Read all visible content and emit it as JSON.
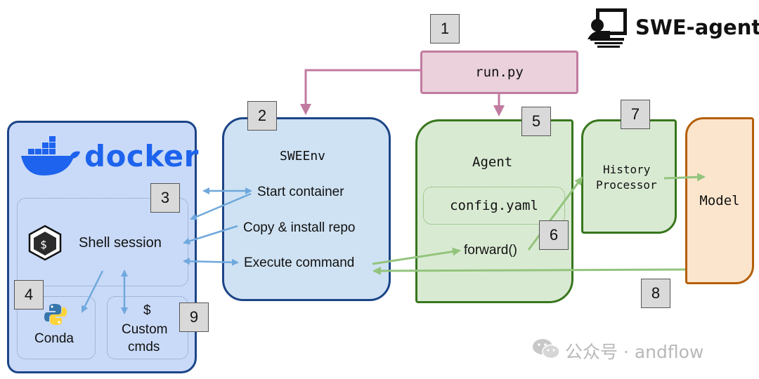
{
  "brand": {
    "title": "SWE-agent",
    "logo_icon": "hacker-at-laptop-icon"
  },
  "step_numbers": [
    "1",
    "2",
    "3",
    "4",
    "5",
    "6",
    "7",
    "8",
    "9"
  ],
  "run": {
    "label": "run.py"
  },
  "docker": {
    "logo_text": "docker",
    "logo_icon": "docker-whale-icon"
  },
  "shell": {
    "label": "Shell session",
    "icon": "bash-terminal-icon"
  },
  "conda": {
    "label": "Conda",
    "icon": "python-icon"
  },
  "custom": {
    "dollar": "$",
    "line1": "Custom",
    "line2": "cmds"
  },
  "sweenv": {
    "title": "SWEEnv",
    "items": [
      "Start container",
      "Copy & install repo",
      "Execute command"
    ]
  },
  "agent": {
    "title": "Agent",
    "config": "config.yaml",
    "forward": "forward()"
  },
  "history": {
    "line1": "History",
    "line2": "Processor"
  },
  "model": {
    "label": "Model"
  },
  "watermark": {
    "text": "公众号 · andflow",
    "icon": "wechat-icon"
  },
  "colors": {
    "docker_fill": "#c9daf8",
    "docker_border": "#1c4587",
    "sweenv_fill": "#cfe2f3",
    "agent_fill": "#d9ead3",
    "agent_border": "#38761d",
    "run_fill": "#ead1dc",
    "run_border": "#c27ba0",
    "model_fill": "#fce5cd",
    "model_border": "#b45f06",
    "blue_arrow": "#6fa8dc",
    "green_arrow": "#93c47d",
    "pink_arrow": "#c27ba0"
  }
}
